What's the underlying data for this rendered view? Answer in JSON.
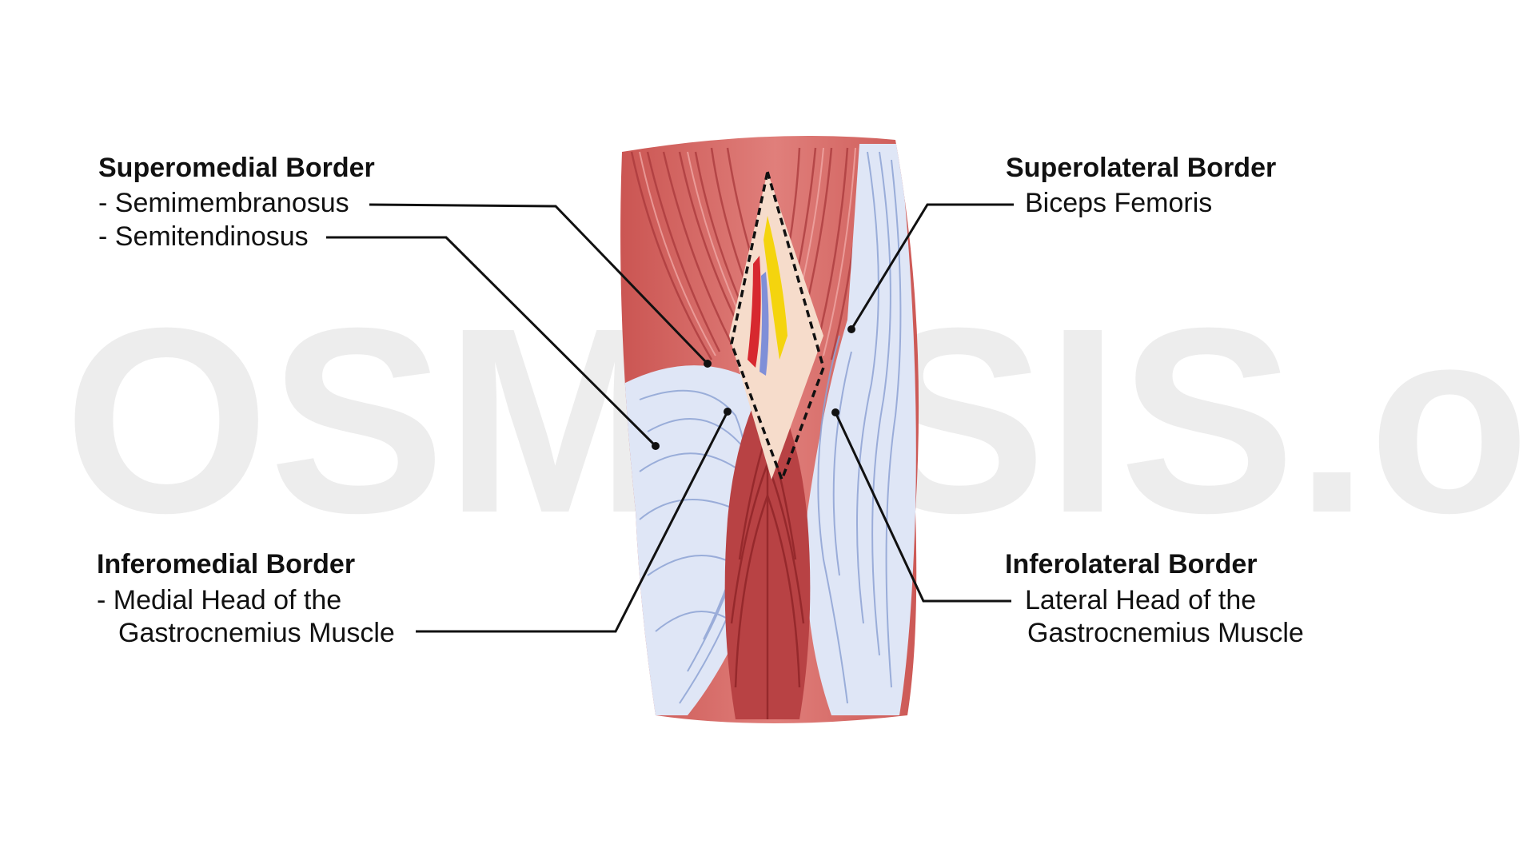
{
  "watermark": {
    "text": "OSMOSIS.org"
  },
  "labels": {
    "superomedial": {
      "title": "Superomedial Border",
      "items": [
        "- Semimembranosus",
        "- Semitendinosus"
      ]
    },
    "superolateral": {
      "title": "Superolateral Border",
      "items": [
        "Biceps Femoris"
      ]
    },
    "inferomedial": {
      "title": "Inferomedial Border",
      "items": [
        "- Medial Head of the",
        "Gastrocnemius Muscle"
      ]
    },
    "inferolateral": {
      "title": "Inferolateral Border",
      "items": [
        "Lateral Head of the",
        "Gastrocnemius Muscle"
      ]
    }
  },
  "colors": {
    "muscle": "#d9726f",
    "muscle_dark": "#a92d30",
    "muscle_light": "#ee9b98",
    "tendon": "#dfe6f6",
    "tendon_line": "#8ea3d4",
    "nerve": "#f4d40e",
    "artery": "#d7282f",
    "vein": "#7f8fd8",
    "fat": "#f6dccb",
    "leader": "#111111",
    "watermark": "#ececec"
  }
}
